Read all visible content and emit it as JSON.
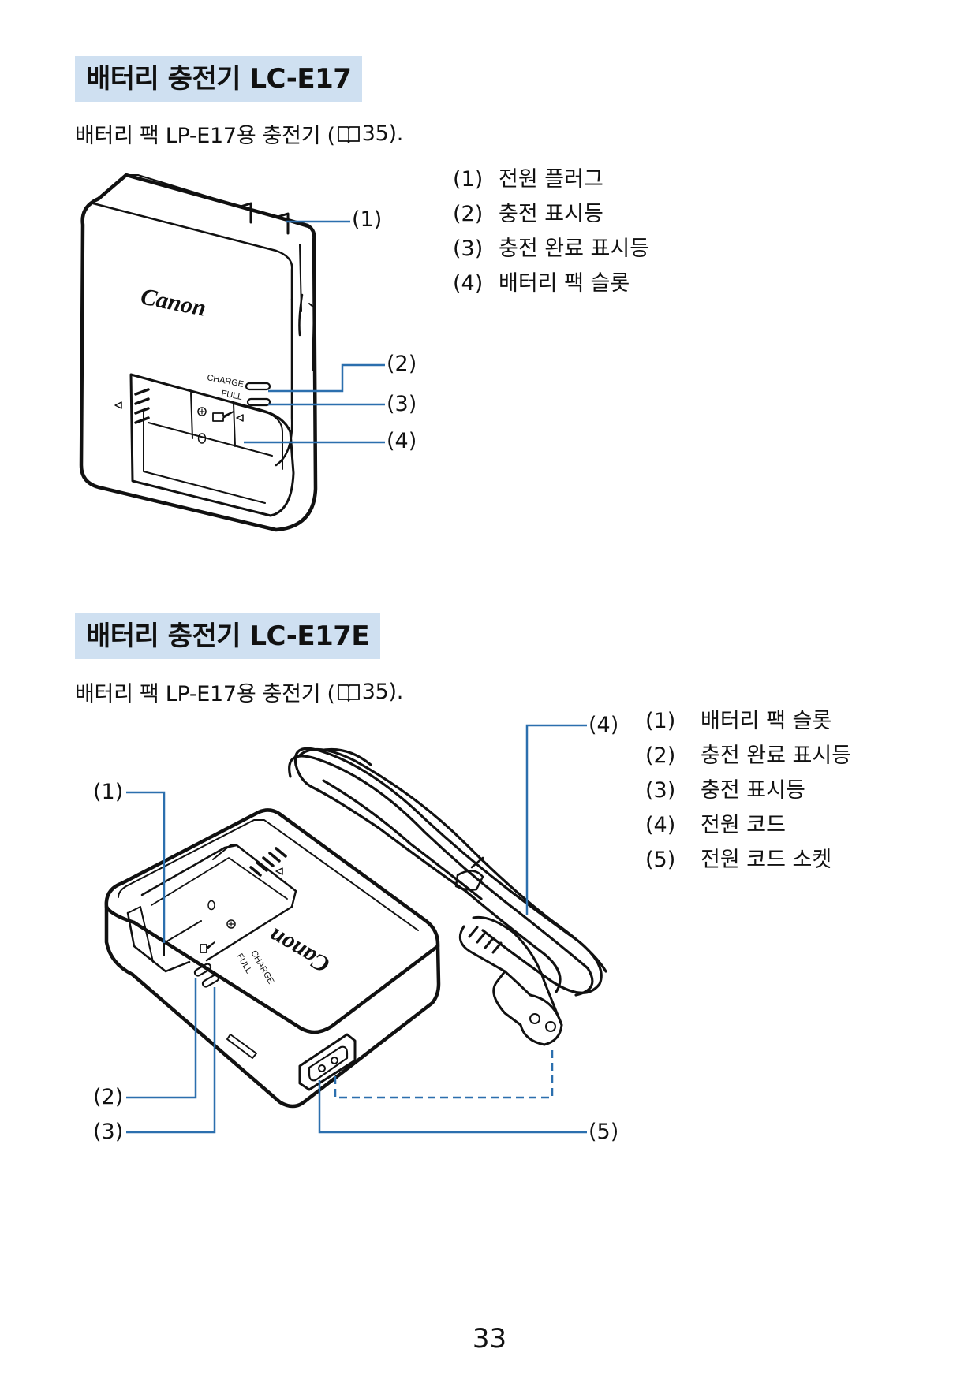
{
  "section1": {
    "title": "배터리 충전기 LC-E17",
    "intro_text": "배터리 팩 LP-E17용 충전기 (",
    "intro_page": "35).",
    "brand_logo": "Canon",
    "label_charge": "CHARGE",
    "label_full": "FULL",
    "callouts": [
      "(1)",
      "(2)",
      "(3)",
      "(4)"
    ],
    "legend": [
      {
        "num": "(1)",
        "text": "전원 플러그"
      },
      {
        "num": "(2)",
        "text": "충전 표시등"
      },
      {
        "num": "(3)",
        "text": "충전 완료 표시등"
      },
      {
        "num": "(4)",
        "text": "배터리 팩 슬롯"
      }
    ]
  },
  "section2": {
    "title": "배터리 충전기 LC-E17E",
    "intro_text": "배터리 팩 LP-E17용 충전기 (",
    "intro_page": "35).",
    "brand_logo": "Canon",
    "label_charge": "CHARGE",
    "label_full": "FULL",
    "callouts": [
      "(1)",
      "(2)",
      "(3)",
      "(4)",
      "(5)"
    ],
    "legend": [
      {
        "num": "(1)",
        "text": "배터리 팩 슬롯"
      },
      {
        "num": "(2)",
        "text": "충전 완료 표시등"
      },
      {
        "num": "(3)",
        "text": "충전 표시등"
      },
      {
        "num": "(4)",
        "text": "전원 코드"
      },
      {
        "num": "(5)",
        "text": "전원 코드 소켓"
      }
    ]
  },
  "icons": {
    "page_reference": "book-icon"
  },
  "colors": {
    "heading_bg": "#cfe0f1",
    "callout_line": "#2b6fae"
  },
  "page_number": "33"
}
